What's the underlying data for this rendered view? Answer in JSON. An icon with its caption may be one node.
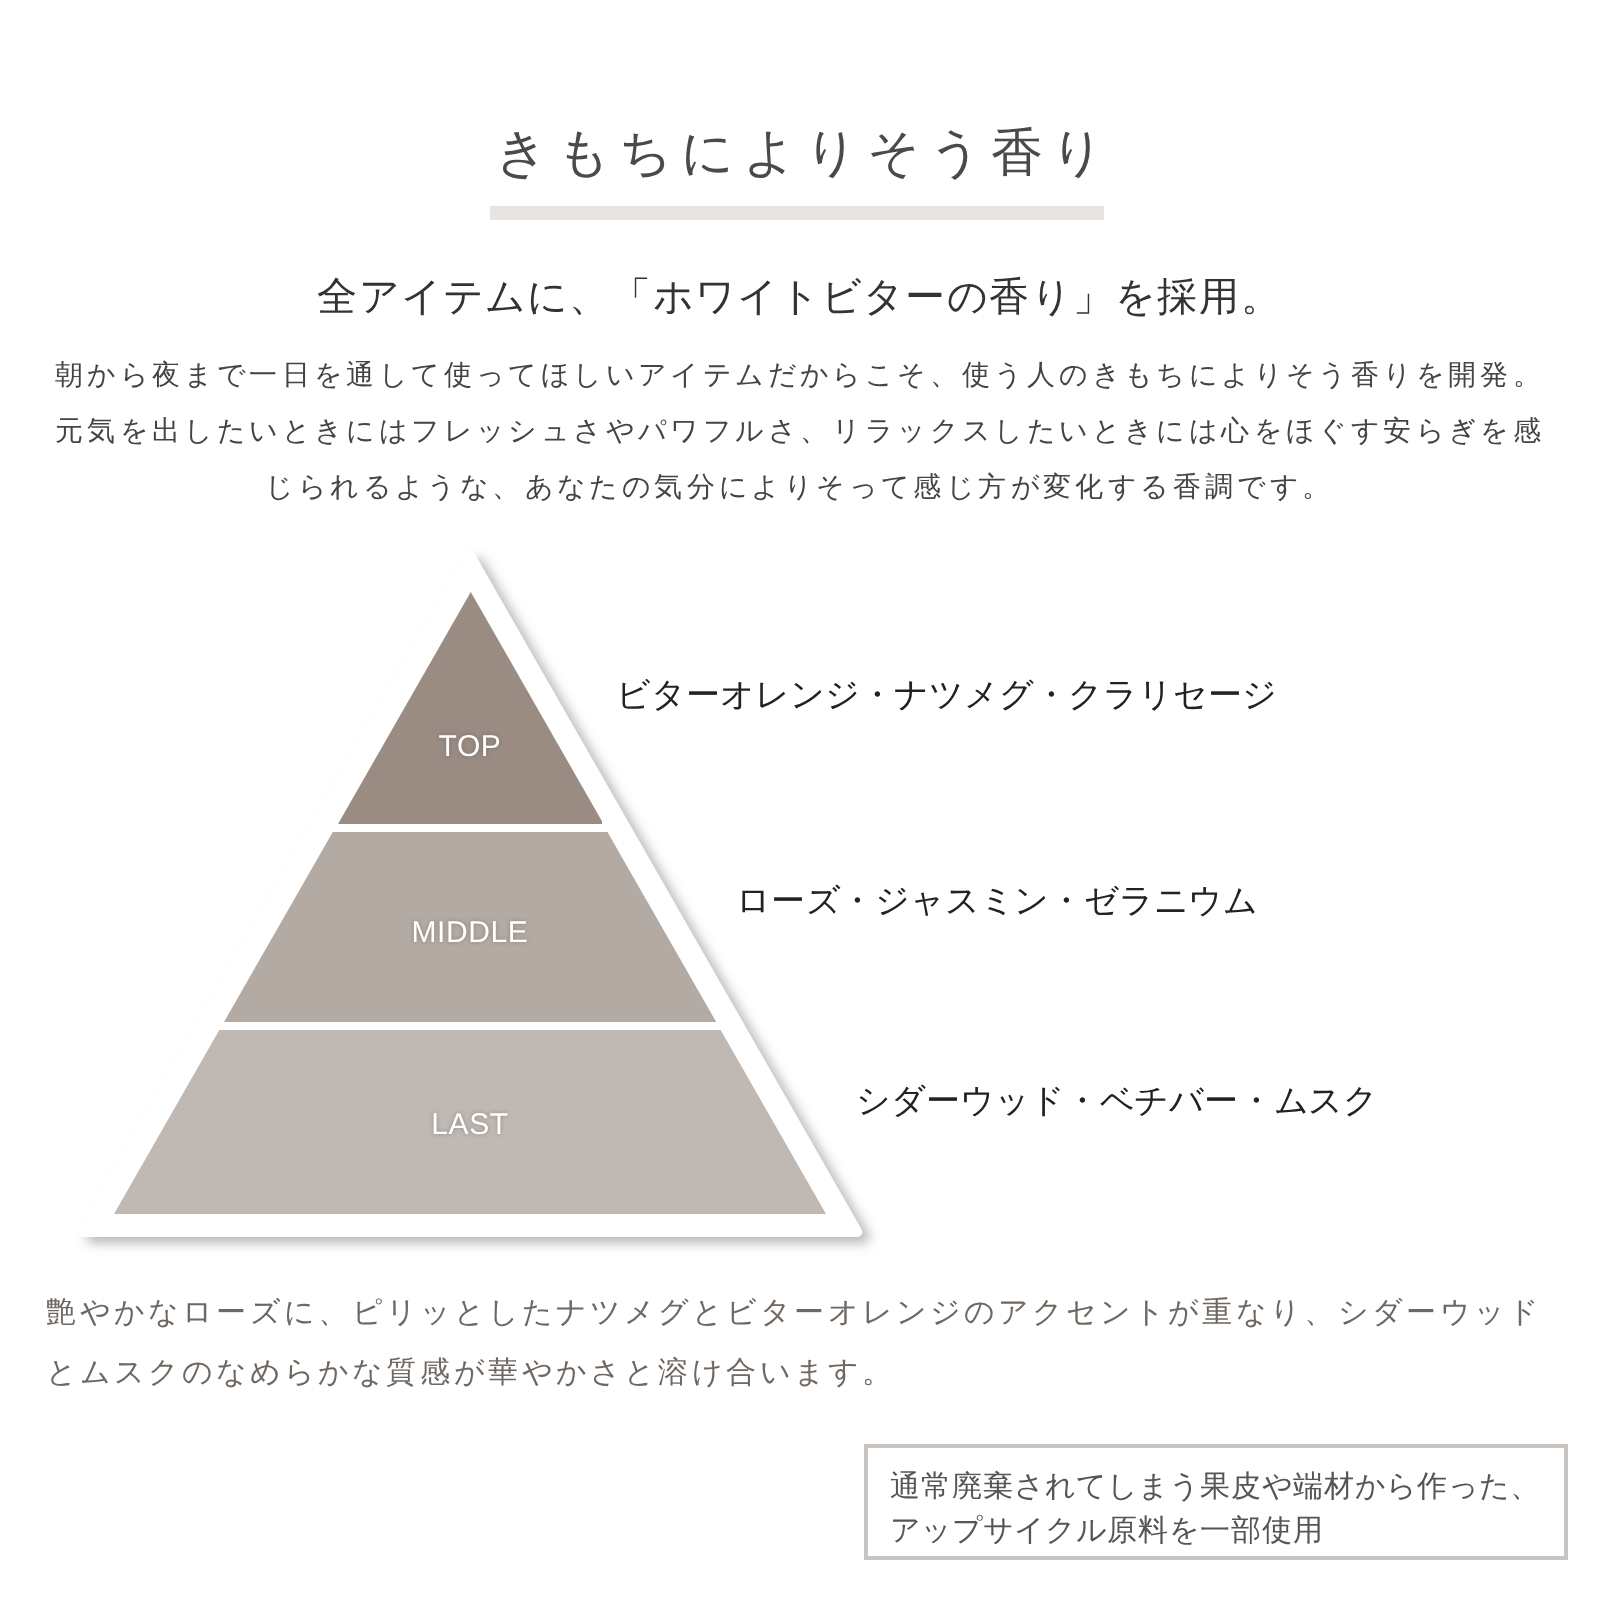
{
  "diagram": {
    "title": "きもちによりそう香り",
    "nodes": [
      {
        "text": [
          "TOP"
        ],
        "beside": [
          "ビターオレンジ・ナツメグ・クラリセージ"
        ]
      },
      {
        "text": [
          "MIDDLE"
        ],
        "beside": [
          "ローズ・ジャスミン・ゼラニウム"
        ]
      },
      {
        "text": [
          "LAST"
        ],
        "beside": [
          "シダーウッド・ベチバー・ムスク"
        ]
      },
      {
        "text": [
          "通常廃棄されてしまう果皮や端材から作った、アップサイクル原料を一部使用"
        ]
      }
    ],
    "labels": [
      "全アイテムに、「ホワイトビターの香り」を採用。",
      "朝から夜まで一日を通して使ってほしいアイテムだからこそ、使う人のきもちによりそう香りを開発。元気を出したいときにはフレッシュさやパワフルさ、リラックスしたいときには心をほぐす安らぎを感じられるような、あなたの気分によりそって感じ方が変化する香調です。",
      "艶やかなローズに、ピリッとしたナツメグとビターオレンジのアクセントが重なり、シダーウッドとムスクのなめらかな質感が華やかさと溶け合います。"
    ]
  }
}
